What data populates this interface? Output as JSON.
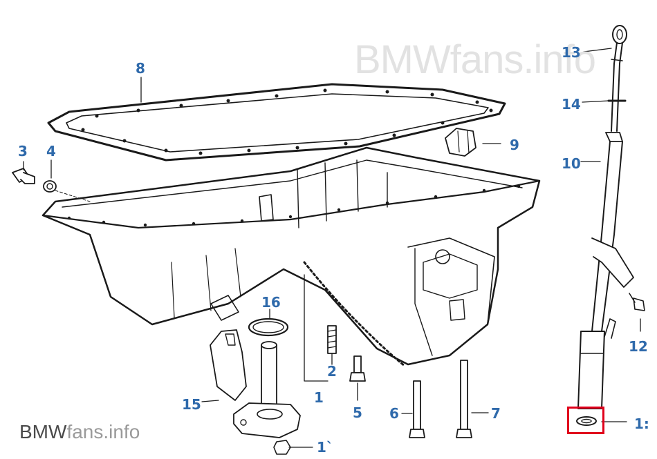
{
  "watermark_top": {
    "brand": "BMW",
    "suffix": "fans.info"
  },
  "watermark_bottom": {
    "brand": "BMW",
    "suffix": "fans.info"
  },
  "colors": {
    "callout": "#2f6aab",
    "line": "#1a1a1a",
    "highlight": "#e0001b",
    "watermark_light": "#e2e2e2"
  },
  "callouts": {
    "n1": "1",
    "n2": "2",
    "n3": "3",
    "n4": "4",
    "n5": "5",
    "n6": "6",
    "n7": "7",
    "n8": "8",
    "n9": "9",
    "n10": "10",
    "n11": "1`",
    "n12": "12",
    "n13": "13",
    "n14": "14",
    "n15": "15",
    "n16": "16",
    "n17": "1:"
  }
}
